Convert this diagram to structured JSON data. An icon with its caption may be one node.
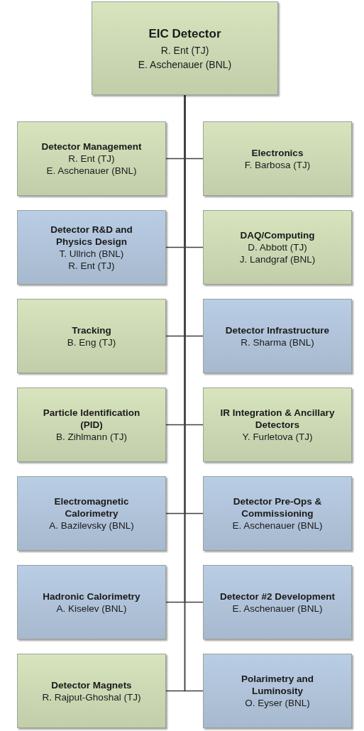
{
  "diagram": {
    "nodes": [
      {
        "text": [
          "EIC Detector",
          "R. Ent (TJ)",
          "E. Aschenauer (BNL)"
        ]
      },
      {
        "text": [
          "Detector Management",
          "R. Ent (TJ)",
          "E. Aschenauer (BNL)"
        ]
      },
      {
        "text": [
          "Electronics",
          "F. Barbosa (TJ)"
        ]
      },
      {
        "text": [
          "Detector R&D and Physics Design",
          "T. Ullrich (BNL)",
          "R. Ent  (TJ)"
        ]
      },
      {
        "text": [
          "DAQ/Computing",
          "D. Abbott (TJ)",
          "J. Landgraf (BNL)"
        ]
      },
      {
        "text": [
          "Tracking",
          "B. Eng (TJ)"
        ]
      },
      {
        "text": [
          "Detector Infrastructure",
          "R. Sharma (BNL)"
        ]
      },
      {
        "text": [
          "Particle Identification (PID)",
          "B. Zihlmann (TJ)"
        ]
      },
      {
        "text": [
          "IR Integration & Ancillary Detectors",
          "Y. Furletova (TJ)"
        ]
      },
      {
        "text": [
          "Electromagnetic Calorimetry",
          "A. Bazilevsky (BNL)"
        ]
      },
      {
        "text": [
          "Detector Pre-Ops & Commissioning",
          "E. Aschenauer  (BNL)"
        ]
      },
      {
        "text": [
          "Hadronic Calorimetry",
          "A. Kiselev (BNL)"
        ]
      },
      {
        "text": [
          "Detector #2 Development",
          "E. Aschenauer (BNL)"
        ]
      },
      {
        "text": [
          "Detector Magnets",
          "R. Rajput-Ghoshal (TJ)"
        ]
      },
      {
        "text": [
          "Polarimetry and Luminosity",
          "O. Eyser (BNL)"
        ]
      }
    ],
    "edges": [
      {
        "from": 0,
        "to": 1,
        "arrow": "none"
      },
      {
        "from": 0,
        "to": 2,
        "arrow": "none"
      },
      {
        "from": 0,
        "to": 3,
        "arrow": "none"
      },
      {
        "from": 0,
        "to": 4,
        "arrow": "none"
      },
      {
        "from": 0,
        "to": 5,
        "arrow": "none"
      },
      {
        "from": 0,
        "to": 6,
        "arrow": "none"
      },
      {
        "from": 0,
        "to": 7,
        "arrow": "none"
      },
      {
        "from": 0,
        "to": 8,
        "arrow": "none"
      },
      {
        "from": 0,
        "to": 9,
        "arrow": "none"
      },
      {
        "from": 0,
        "to": 10,
        "arrow": "none"
      },
      {
        "from": 0,
        "to": 11,
        "arrow": "none"
      },
      {
        "from": 0,
        "to": 12,
        "arrow": "none"
      },
      {
        "from": 0,
        "to": 13,
        "arrow": "none"
      },
      {
        "from": 0,
        "to": 14,
        "arrow": "none"
      }
    ]
  }
}
